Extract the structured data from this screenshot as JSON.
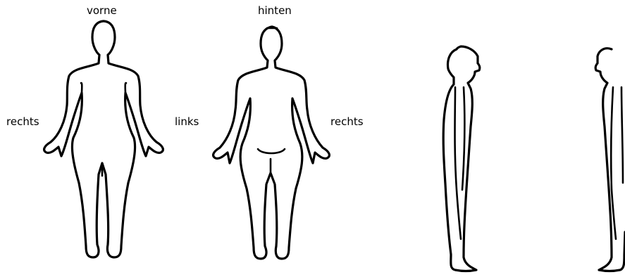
{
  "labels": {
    "front": "vorne",
    "back": "hinten",
    "front_right": "rechts",
    "front_left": "links",
    "back_right": "rechts"
  },
  "colors": {
    "line": "#000000",
    "background": "#ffffff"
  }
}
